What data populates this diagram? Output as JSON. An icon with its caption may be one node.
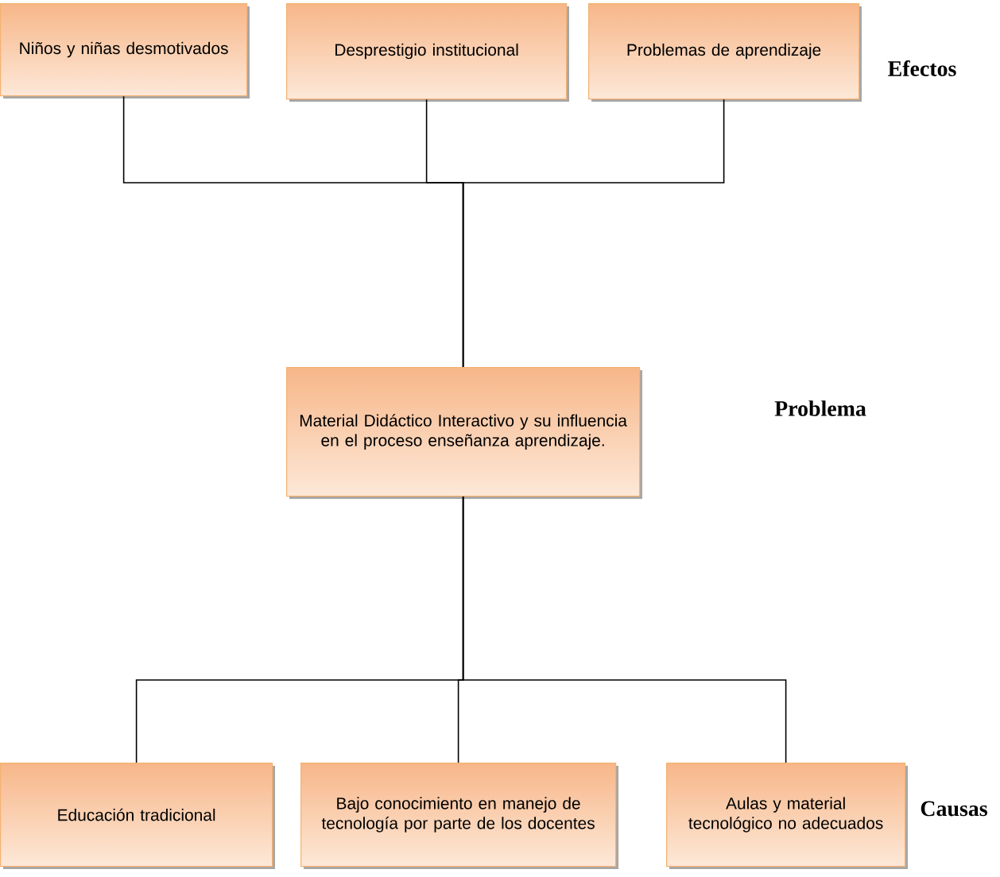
{
  "diagram": {
    "nodes": [
      {
        "text": [
          "Niños y niñas desmotivados"
        ]
      },
      {
        "text": [
          "Desprestigio institucional"
        ]
      },
      {
        "text": [
          "Problemas de aprendizaje"
        ]
      },
      {
        "text": [
          "Material Didáctico Interactivo y su influencia en el proceso enseñanza aprendizaje."
        ]
      },
      {
        "text": [
          "Educación tradicional"
        ]
      },
      {
        "text": [
          "Bajo conocimiento en manejo de tecnología por parte de los docentes"
        ]
      },
      {
        "text": [
          "Aulas y material tecnológico no adecuados"
        ]
      }
    ],
    "edges": [
      {
        "from": 3,
        "to": 0,
        "arrow": "none"
      },
      {
        "from": 3,
        "to": 1,
        "arrow": "none"
      },
      {
        "from": 3,
        "to": 2,
        "arrow": "none"
      },
      {
        "from": 4,
        "to": 3,
        "arrow": "none"
      },
      {
        "from": 5,
        "to": 3,
        "arrow": "none"
      },
      {
        "from": 6,
        "to": 3,
        "arrow": "none"
      }
    ],
    "labels": [
      "Efectos",
      "Problema",
      "Causas"
    ]
  }
}
